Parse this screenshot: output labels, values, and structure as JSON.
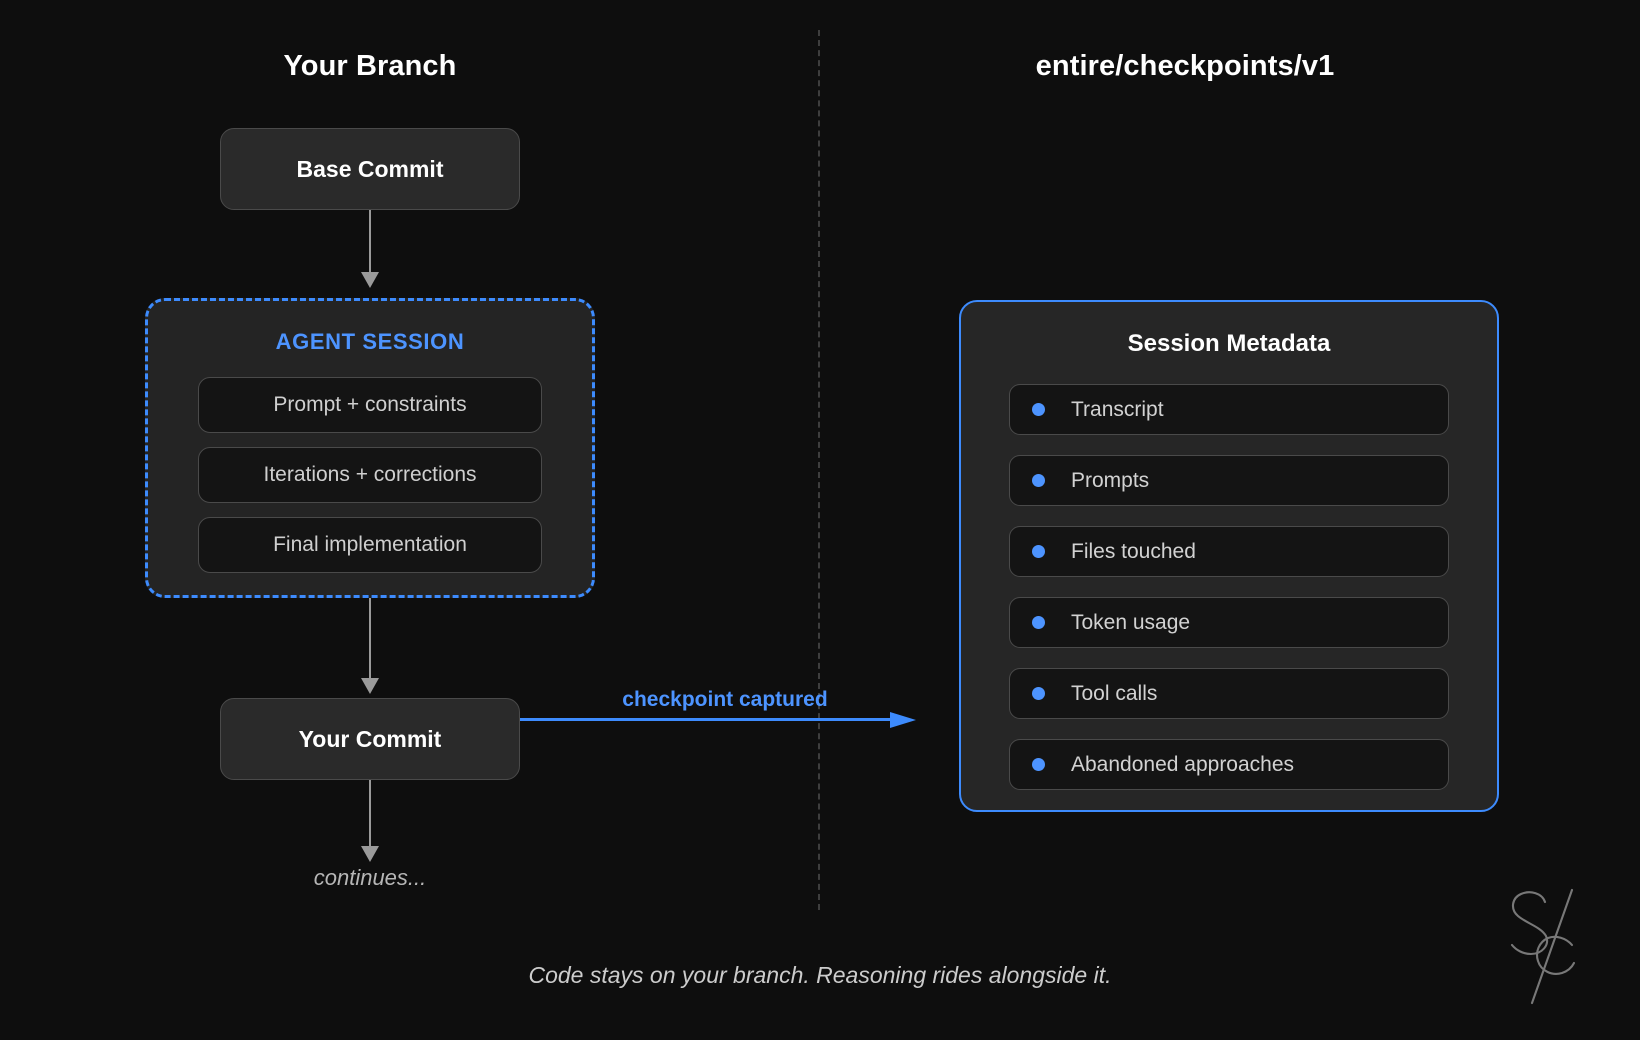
{
  "headings": {
    "left": "Your Branch",
    "right": "entire/checkpoints/v1"
  },
  "nodes": {
    "base_commit": "Base Commit",
    "your_commit": "Your Commit",
    "continues": "continues..."
  },
  "agent_session": {
    "title": "AGENT SESSION",
    "items": [
      {
        "label": "Prompt + constraints"
      },
      {
        "label": "Iterations + corrections"
      },
      {
        "label": "Final implementation"
      }
    ]
  },
  "metadata_panel": {
    "title": "Session Metadata",
    "items": [
      {
        "label": "Transcript"
      },
      {
        "label": "Prompts"
      },
      {
        "label": "Files touched"
      },
      {
        "label": "Token usage"
      },
      {
        "label": "Tool calls"
      },
      {
        "label": "Abandoned approaches"
      }
    ]
  },
  "connector": {
    "checkpoint_label": "checkpoint captured"
  },
  "footer": {
    "caption": "Code stays on your branch. Reasoning rides alongside it."
  },
  "signature": {
    "monogram": "SC"
  },
  "colors": {
    "background": "#0e0e0e",
    "accent_blue": "#3d8bfd",
    "accent_blue_text": "#4d94ff",
    "node_fill": "#2a2a2a",
    "inner_fill": "#141414",
    "panel_fill": "#262626",
    "border_gray": "#4a4a4a",
    "arrow_gray": "#9a9a9a",
    "divider_gray": "#3e3e3e",
    "text_primary": "#ffffff",
    "text_muted": "#cfcfcf"
  }
}
